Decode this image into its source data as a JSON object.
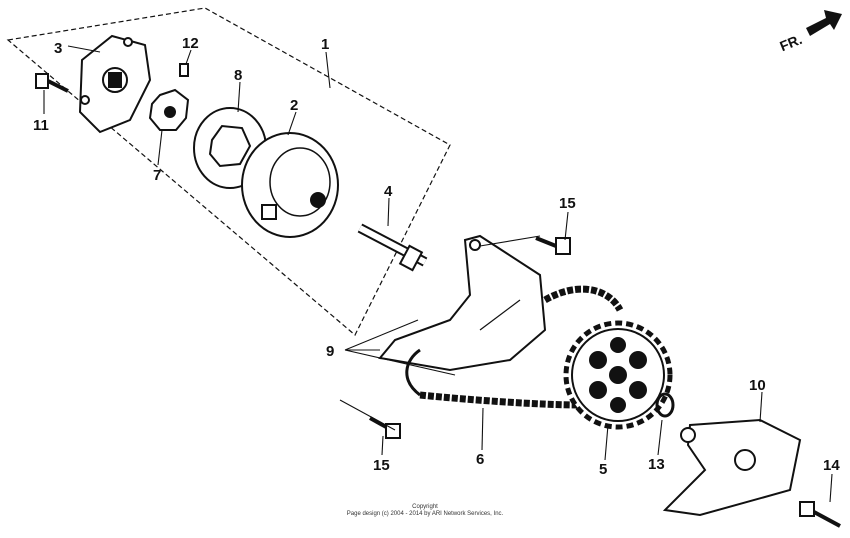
{
  "direction_label": "FR.",
  "callouts": [
    "1",
    "2",
    "3",
    "4",
    "5",
    "6",
    "7",
    "8",
    "9",
    "10",
    "11",
    "12",
    "13",
    "14",
    "15",
    "15"
  ],
  "copyright": {
    "line1": "Copyright",
    "line2": "Page design (c) 2004 - 2014 by ARI Network Services, Inc."
  }
}
